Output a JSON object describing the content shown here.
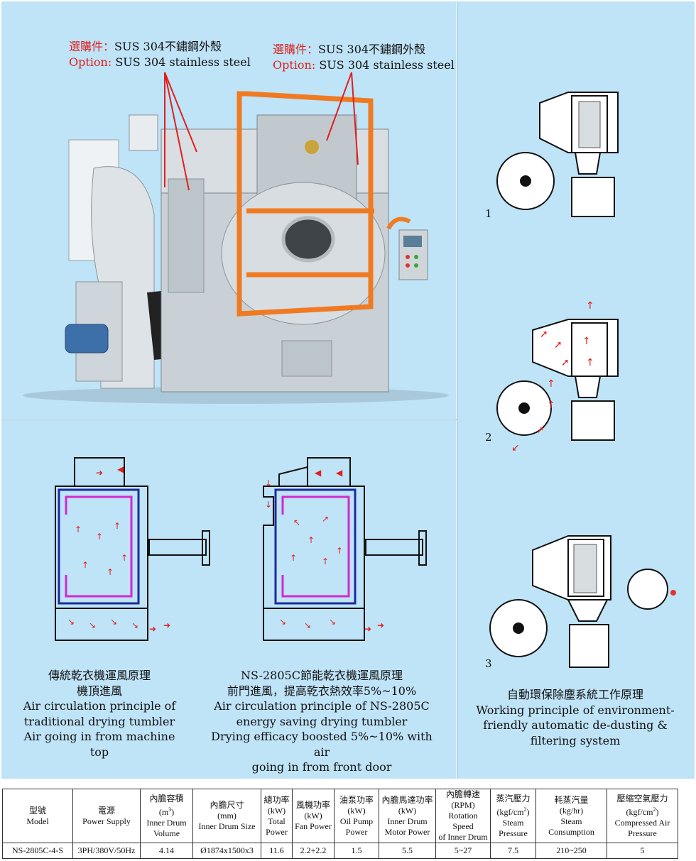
{
  "photo": {
    "callout_left": {
      "label_zh": "選購件：",
      "text_zh": "SUS 304不鏽鋼外殼",
      "label_en": "Option:",
      "text_en": " SUS 304 stainless steel"
    },
    "callout_right": {
      "label_zh": "選購件：",
      "text_zh": "SUS 304不鏽鋼外殼",
      "label_en": "Option:",
      "text_en": " SUS 304 stainless steel"
    }
  },
  "left_panel": {
    "traditional": {
      "line1": "傳統乾衣機運風原理",
      "line2": "機頂進風",
      "line3": "Air circulation principle of",
      "line4": "traditional drying tumbler",
      "line5": "Air going in from machine top"
    },
    "ns2805c": {
      "line1": "NS-2805C節能乾衣機運風原理",
      "line2": "前門進風，提高乾衣熱效率5%~10%",
      "line3": "Air circulation principle of NS-2805C",
      "line4": "energy saving drying tumbler",
      "line5": "Drying efficacy boosted 5%~10% with air",
      "line6": "going in from front door"
    }
  },
  "right_panel": {
    "step_labels": [
      "1",
      "2",
      "3"
    ],
    "caption": {
      "line1": "自動環保除塵系統工作原理",
      "line2": "Working principle of environment-",
      "line3": "friendly automatic de-dusting &",
      "line4": "filtering system"
    }
  },
  "spec_table": {
    "headers": [
      {
        "zh": "型號",
        "en": "Model"
      },
      {
        "zh": "電源",
        "en": "Power Supply"
      },
      {
        "zh": "內膽容積",
        "unit": "(m",
        "unit_sup": "3",
        "unit_end": ")",
        "en1": "Inner Drum",
        "en2": "Volume"
      },
      {
        "zh": "內膽尺寸",
        "unit": "(mm)",
        "en1": "Inner Drum Size"
      },
      {
        "zh": "總功率",
        "unit": "(kW)",
        "en1": "Total",
        "en2": "Power"
      },
      {
        "zh": "風機功率",
        "unit": "(kW)",
        "en1": "Fan Power"
      },
      {
        "zh": "油泵功率",
        "unit": "(kW)",
        "en1": "Oil Pump",
        "en2": "Power"
      },
      {
        "zh": "內膽馬達功率",
        "unit": "(kW)",
        "en1": "Inner Drum",
        "en2": "Motor Power"
      },
      {
        "zh": "內膽轉速",
        "unit": "(RPM)",
        "en1": "Rotation Speed",
        "en2": "of Inner Drum"
      },
      {
        "zh": "蒸汽壓力",
        "unit": "(kgf/cm",
        "unit_sup": "2",
        "unit_end": ")",
        "en1": "Steam",
        "en2": "Pressure"
      },
      {
        "zh": "耗蒸汽量",
        "unit": "(kg/hr)",
        "en1": "Steam",
        "en2": "Consumption"
      },
      {
        "zh": "壓縮空氣壓力",
        "unit": "(kgf/cm",
        "unit_sup": "2",
        "unit_end": ")",
        "en1": "Compressed Air",
        "en2": "Pressure"
      }
    ],
    "row": [
      "NS-2805C-4-S",
      "3PH/380V/50Hz",
      "4.14",
      "Ø1874x1500x3",
      "11.6",
      "2.2+2.2",
      "1.5",
      "5.5",
      "5~27",
      "7.5",
      "210~250",
      "5"
    ]
  }
}
